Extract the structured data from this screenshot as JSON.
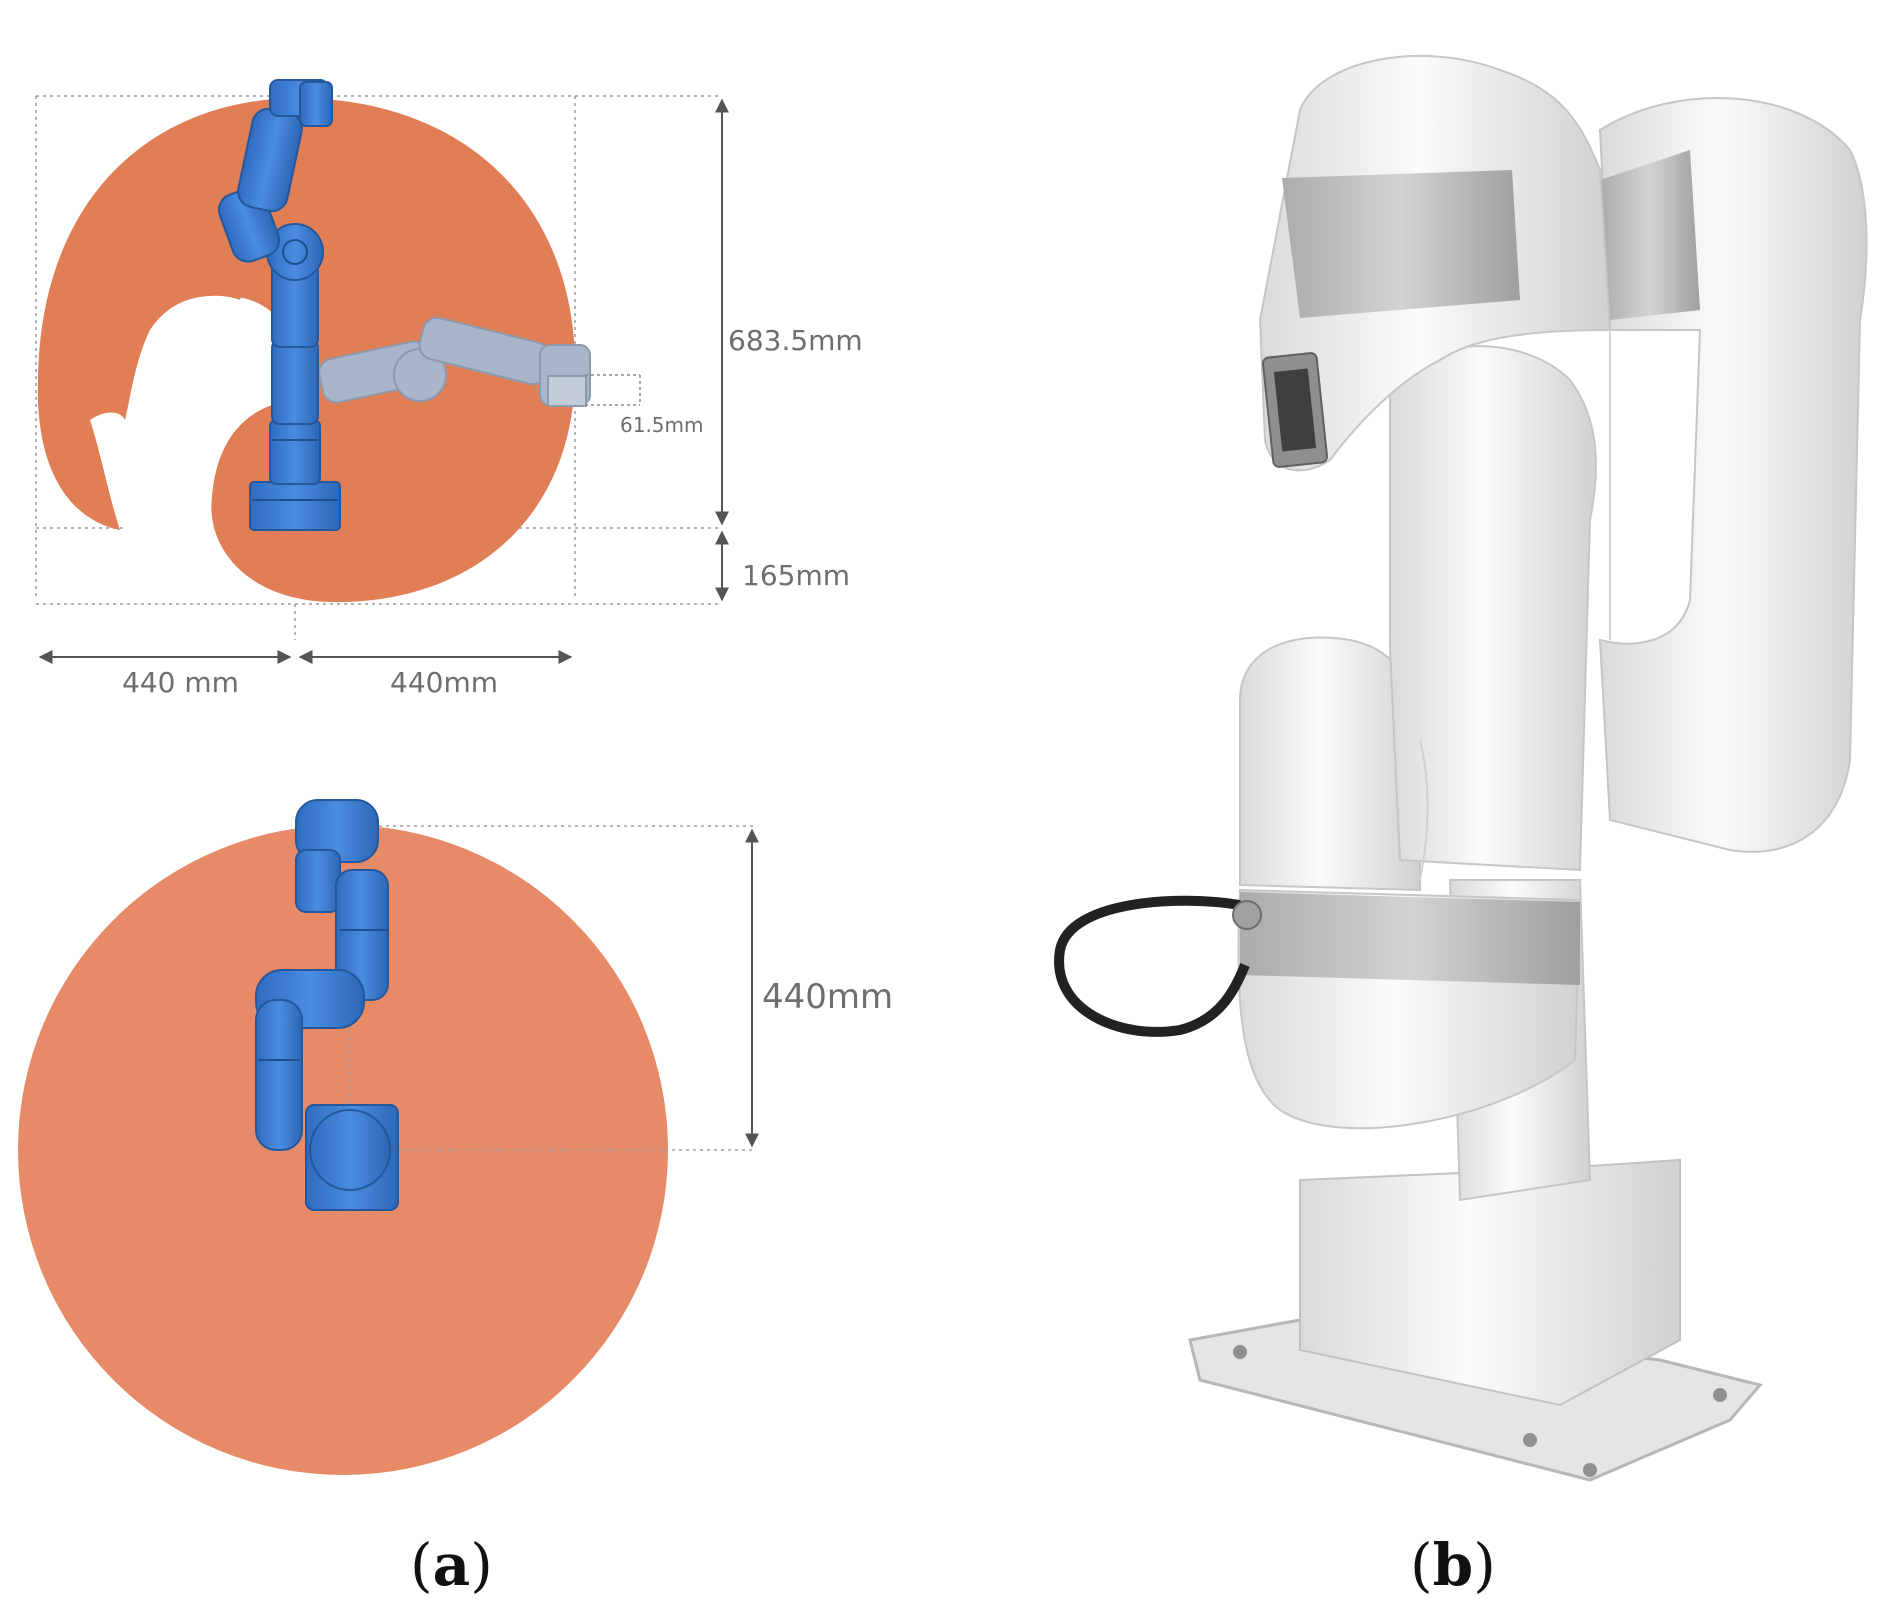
{
  "panel_a": {
    "side_view": {
      "total_height_label": "683.5mm",
      "base_height_label": "165mm",
      "tool_offset_label": "61.5mm",
      "left_reach_label": "440 mm",
      "right_reach_label": "440mm"
    },
    "top_view": {
      "radius_label": "440mm"
    },
    "caption_letter": "a"
  },
  "panel_b": {
    "caption_letter": "b"
  },
  "colors": {
    "workspace": "#e07e56",
    "workspace_top": "#e68a68",
    "robot_blue": "#3f7fd3",
    "robot_ghost": "#a7b4c8",
    "robot_white": "#f2f3f4",
    "robot_band": "#c6c8ca",
    "dimension_line": "#555555"
  }
}
